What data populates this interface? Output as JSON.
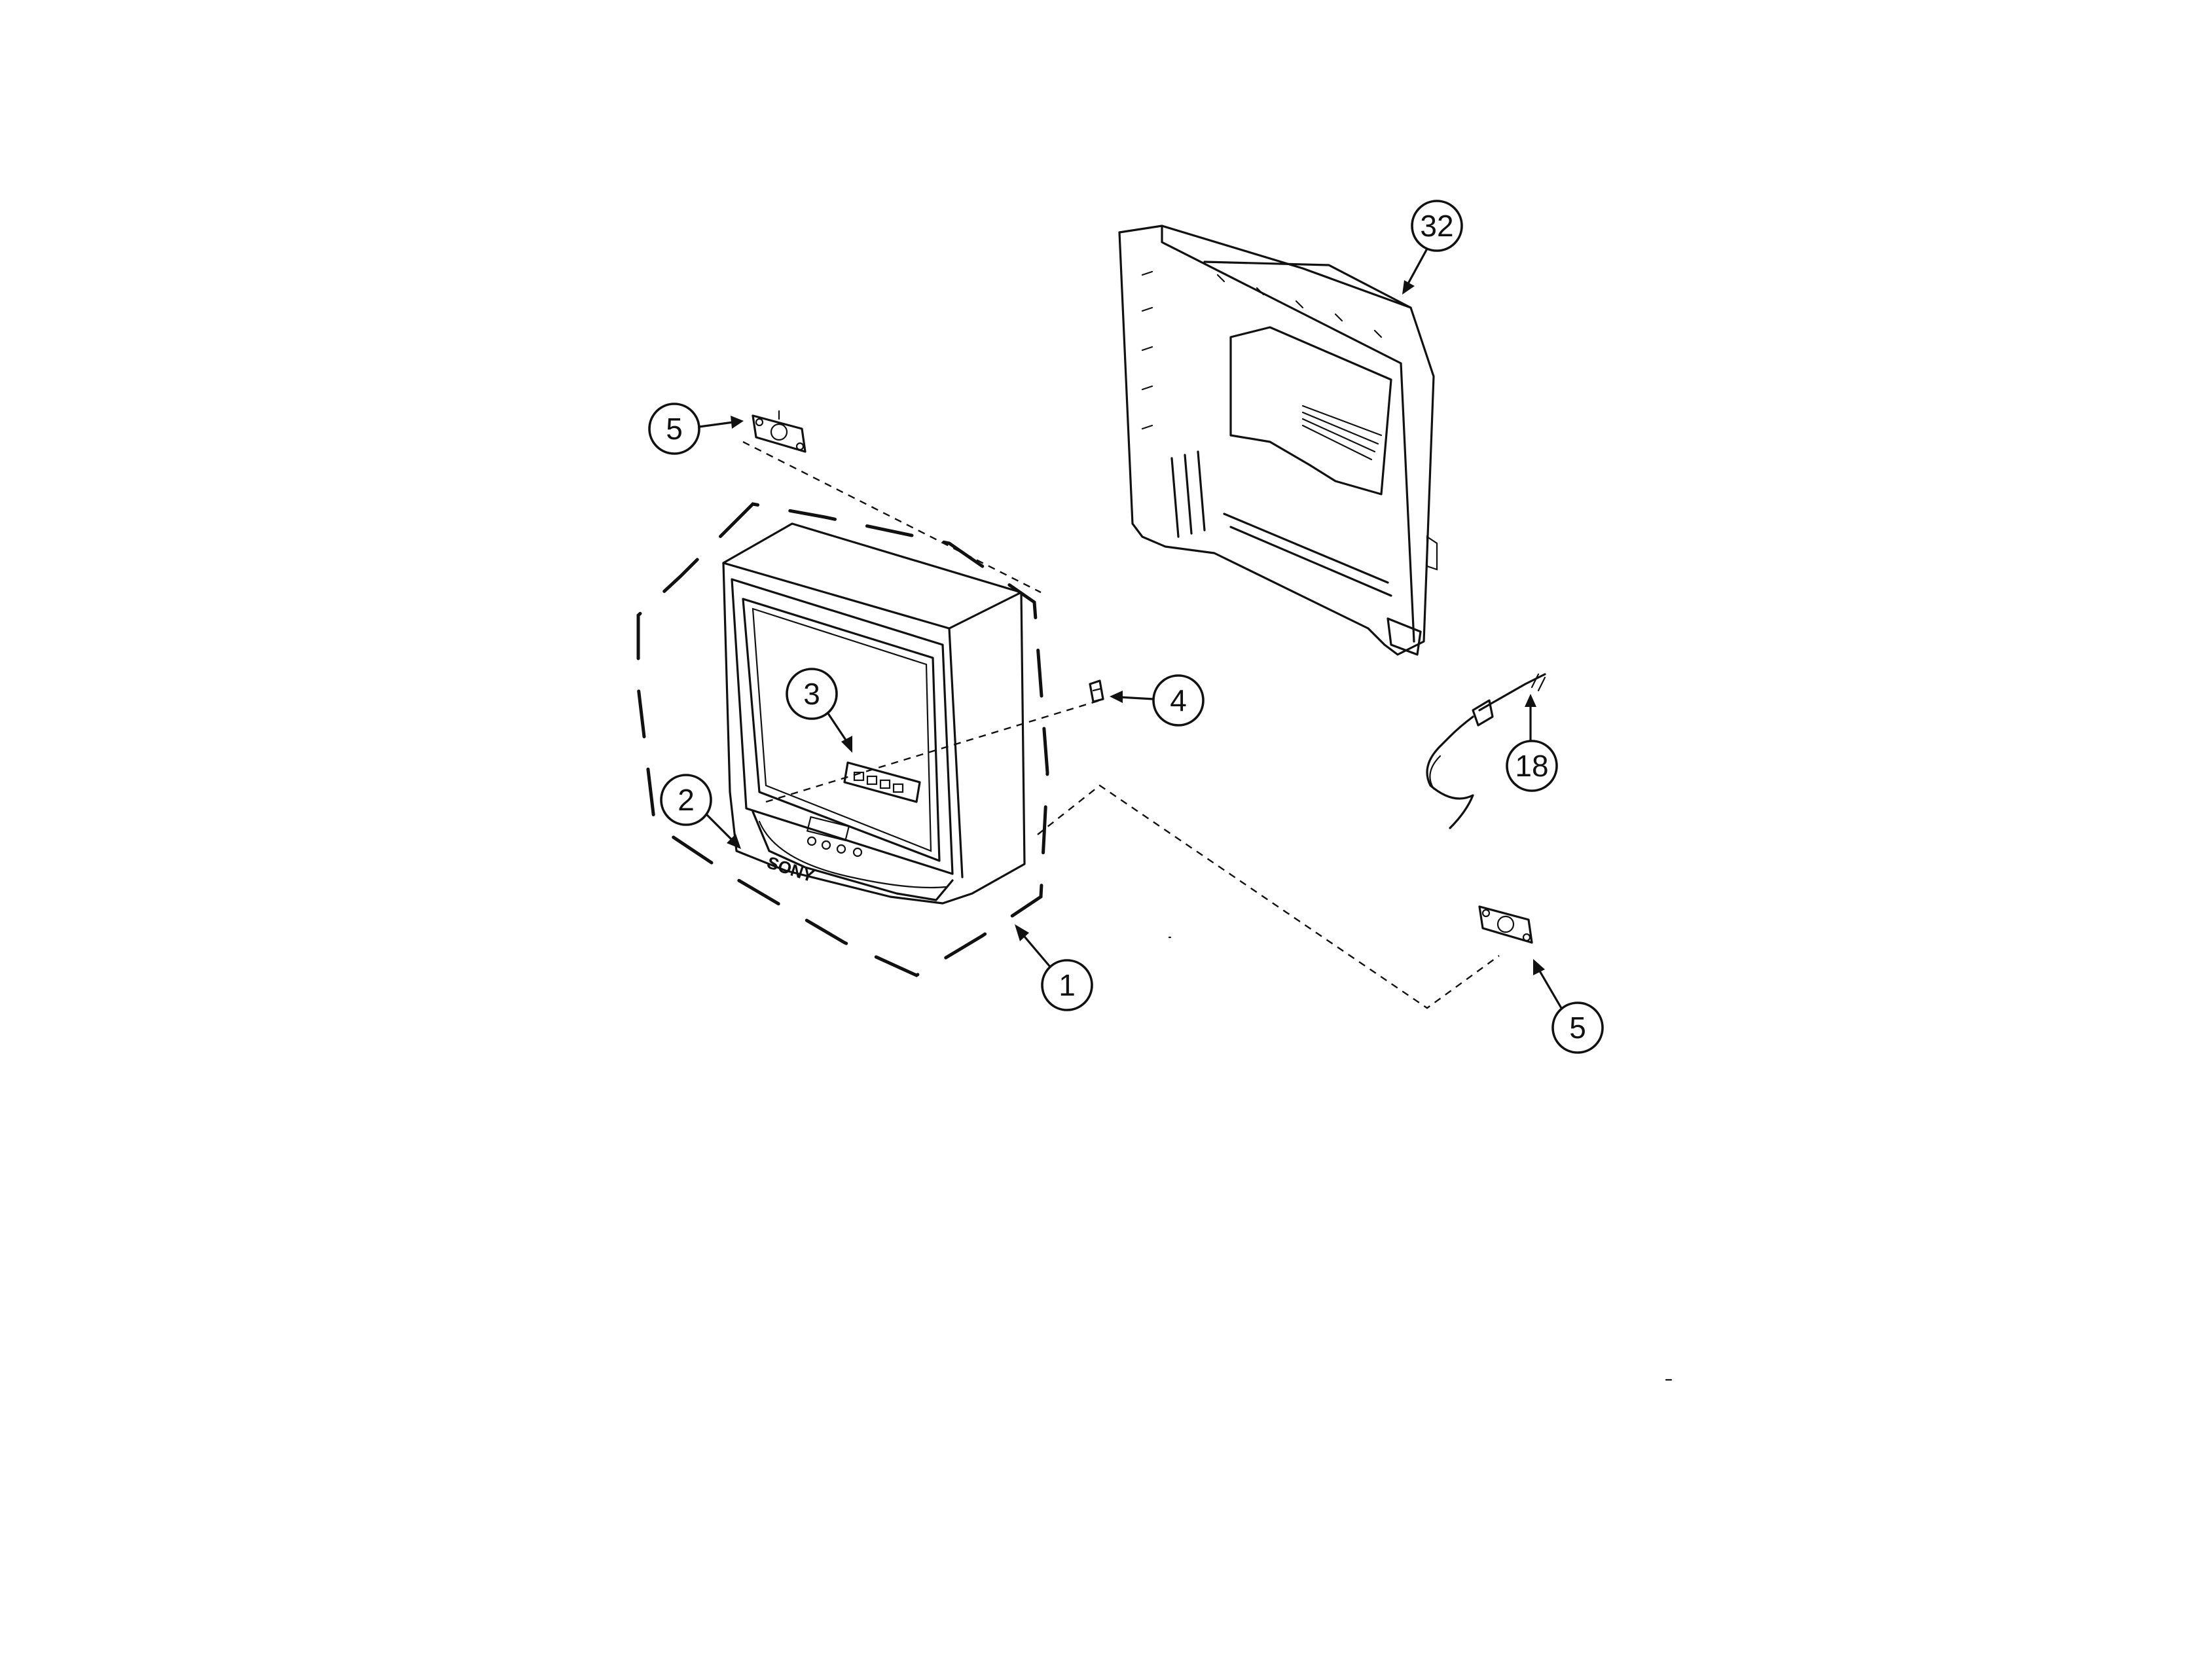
{
  "callouts": {
    "c1": "1",
    "c2": "2",
    "c3": "3",
    "c4": "4",
    "c5_top": "5",
    "c5_bottom": "5",
    "c18": "18",
    "c32": "32"
  },
  "logo_text": "SONY"
}
